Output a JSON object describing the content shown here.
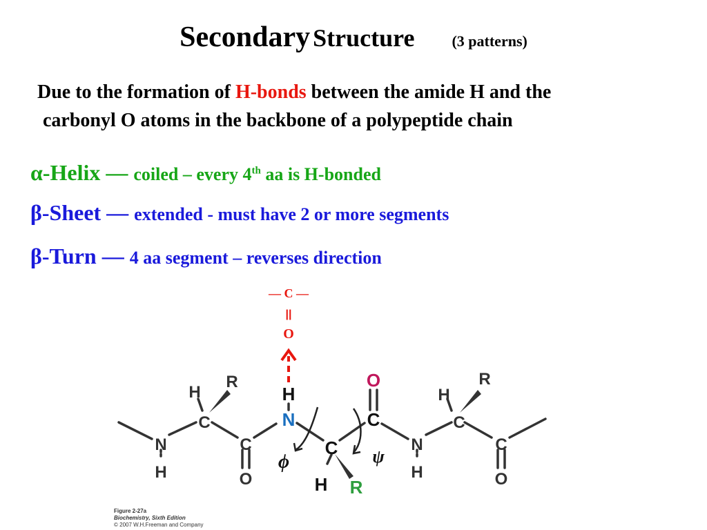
{
  "title": {
    "main": "Secondary",
    "second": "Structure",
    "note": "(3 patterns)"
  },
  "intro": {
    "before": "Due to the formation of ",
    "highlight": "H-bonds",
    "after": " between the amide H and the",
    "line2": "carbonyl O atoms in the backbone of a polypeptide chain",
    "highlight_color": "#e8170f"
  },
  "patterns": [
    {
      "symbol": "α",
      "name": "-Helix",
      "dash": " — ",
      "desc_pre": "coiled – every 4",
      "desc_sup": "th",
      "desc_post": " aa is H-bonded",
      "color": "#17a617"
    },
    {
      "symbol": "β",
      "name": "-Sheet",
      "dash": " — ",
      "desc": "extended - must have 2 or more segments",
      "color": "#1a1adb"
    },
    {
      "symbol": "β",
      "name": "-Turn",
      "dash": " — ",
      "desc": "4 aa segment – reverses direction",
      "color": "#1a1adb"
    }
  ],
  "diagram": {
    "carbonyl_line": "— C —",
    "carbonyl_bond": "||",
    "carbonyl_o": "O",
    "atoms": {
      "n_left": "N",
      "h_n_left": "H",
      "h_ca_left": "H",
      "r_ca_left": "R",
      "ca_left": "C",
      "c_left": "C",
      "o_left": "O",
      "h_donor": "H",
      "n_center": "N",
      "ca_center": "C",
      "h_ca_center": "H",
      "r_ca_center": "R",
      "c_right": "C",
      "o_right": "O",
      "n_right": "N",
      "h_n_right": "H",
      "h_ca_right": "H",
      "r_ca_right": "R",
      "ca_right": "C",
      "c_end": "C",
      "o_end": "O"
    },
    "phi": "ϕ",
    "psi": "ψ",
    "colors": {
      "h_bond": "#e8170f",
      "nitrogen": "#1a6fbf",
      "oxygen": "#c0185c",
      "r_group": "#2e9e3e"
    }
  },
  "caption": {
    "line1": "Figure 2-27a",
    "line2": "Biochemistry, Sixth Edition",
    "line3": "© 2007 W.H.Freeman and Company"
  }
}
